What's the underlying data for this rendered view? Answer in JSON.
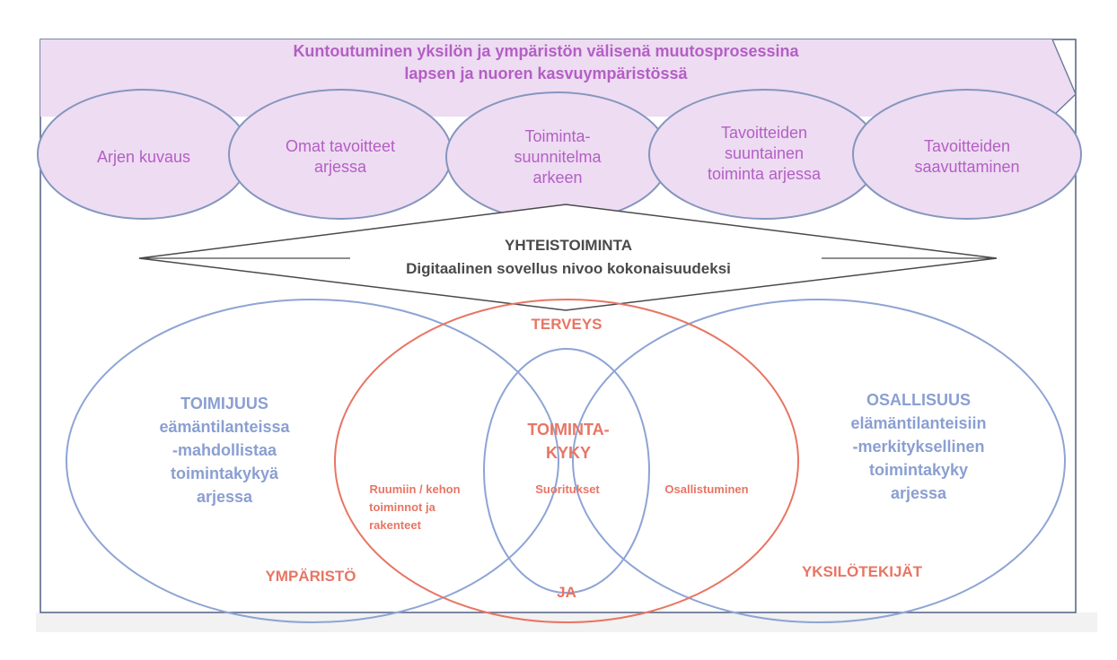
{
  "banner": {
    "line1": "Kuntoutuminen yksilön ja ympäristön välisenä muutosprosessina",
    "line2": "lapsen ja nuoren kasvuympäristössä"
  },
  "process_steps": [
    {
      "lines": [
        "Arjen kuvaus"
      ]
    },
    {
      "lines": [
        "Omat tavoitteet",
        "arjessa"
      ]
    },
    {
      "lines": [
        "Toiminta-",
        "suunnitelma",
        "arkeen"
      ]
    },
    {
      "lines": [
        "Tavoitteiden",
        "suuntainen",
        "toiminta arjessa"
      ]
    },
    {
      "lines": [
        "Tavoitteiden",
        "saavuttaminen"
      ]
    }
  ],
  "cooperation": {
    "title": "YHTEISTOIMINTA",
    "subtitle": "Digitaalinen sovellus nivoo kokonaisuudeksi"
  },
  "venn": {
    "health": "TERVEYS",
    "and": "JA",
    "environment": "YMPÄRISTÖ",
    "personal_factors": "YKSILÖTEKIJÄT",
    "agency": [
      "TOIMIJUUS",
      "eämäntilanteissa",
      "-mahdollistaa",
      "toimintakykyä",
      "arjessa"
    ],
    "participation": [
      "OSALLISUUS",
      "elämäntilanteisiin",
      "-merkityksellinen",
      "toimintakyky",
      "arjessa"
    ],
    "functioning": [
      "TOIMINTA-",
      "KYKY"
    ],
    "body_functions": [
      "Ruumiin / kehon",
      "toiminnot ja",
      "rakenteet"
    ],
    "activities": "Suoritukset",
    "participation_small": "Osallistuminen"
  },
  "colors": {
    "purple_fill": "#eedcf2",
    "purple_text": "#b35fc4",
    "ellipse_stroke": "#8596be",
    "venn_blue": "#8ea4d4",
    "venn_blue_text": "#8a9fd2",
    "venn_red": "#e87564",
    "frame": "#5a6a8a",
    "dark_text": "#4a4a4a"
  }
}
